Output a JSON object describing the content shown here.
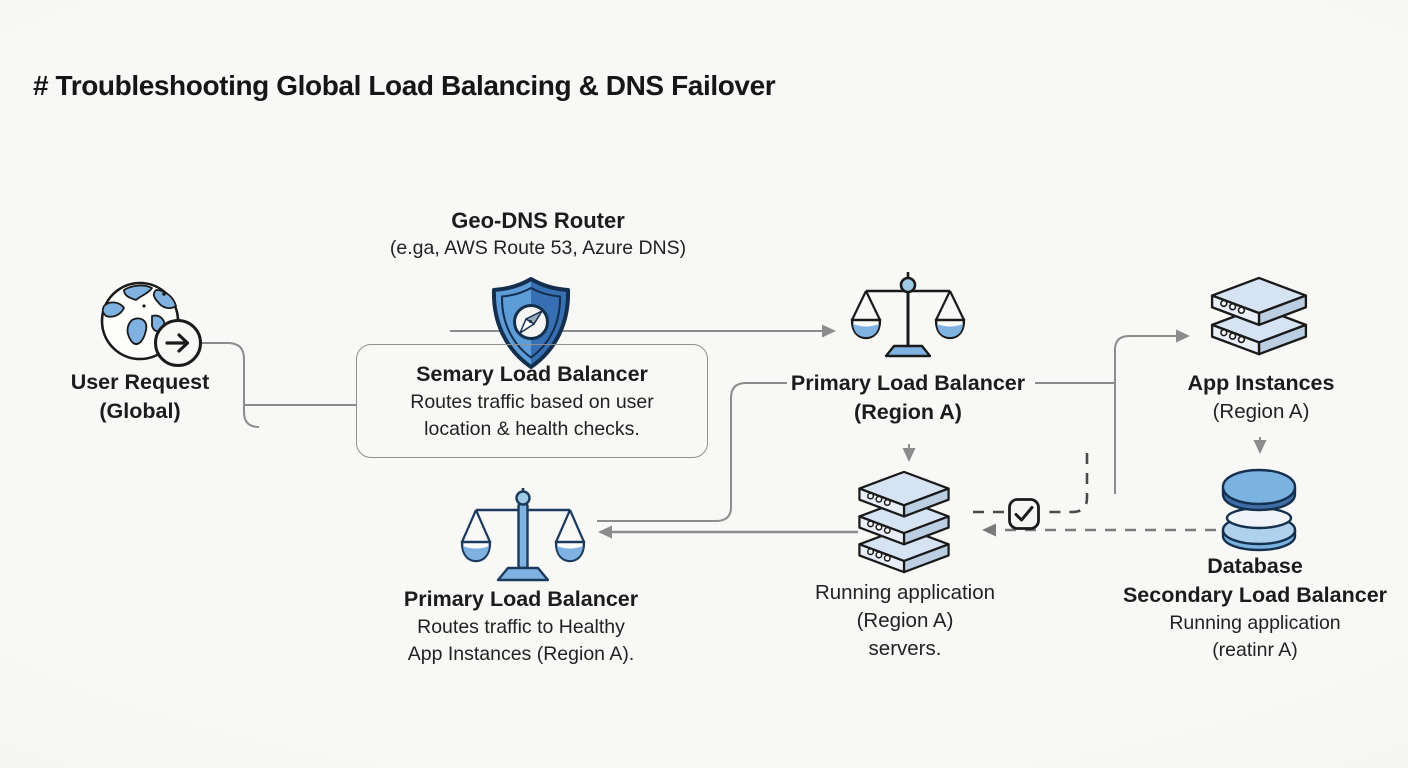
{
  "title": "# Troubleshooting Global Load Balancing & DNS Failover",
  "colors": {
    "background": "#f5f5f3",
    "text": "#1c1c1c",
    "accent_blue": "#5e9cd8",
    "icon_fill_light": "#7fb2e0",
    "icon_outline": "#142e4d",
    "connector_gray": "#8c8c8c",
    "dashed_dark": "#4a4a4a",
    "dashed_gray": "#7a7a7a",
    "box_border": "#8f8f8f"
  },
  "icons": {
    "user_request": "globe-arrow-icon",
    "geo_dns": "shield-compass-icon",
    "primary_lb_a": "balance-scale-icon",
    "app_instances": "server-stack-icon",
    "regional_lb": "balance-scale-icon",
    "running_app": "server-stack-icon",
    "database": "database-icon",
    "health_check": "checkbox-check-icon"
  },
  "nodes": {
    "user_request": {
      "line1": "User Request",
      "line2": "(Global)"
    },
    "geo_dns": {
      "title": "Geo-DNS Router",
      "subtitle": "(e.ga, AWS Route 53, Azure DNS)"
    },
    "dns_box": {
      "title": "Semary Load Balancer",
      "line1": "Routes traffic based on user",
      "line2": "location & health checks."
    },
    "primary_lb_a": {
      "title": "Primary Load Balancer",
      "subtitle": "(Region A)"
    },
    "app_instances": {
      "title": "App Instances",
      "subtitle": "(Region A)"
    },
    "regional_lb": {
      "title": "Primary Load Balancer",
      "line1": "Routes traffic to Healthy",
      "line2": "App Instances (Region A)."
    },
    "running_app": {
      "line1": "Running application",
      "line2": "(Region A)",
      "line3": "servers."
    },
    "database": {
      "line1": "Database",
      "line2": "Secondary Load Balancer",
      "line3": "Running application",
      "line4": "(reatinr A)"
    }
  }
}
